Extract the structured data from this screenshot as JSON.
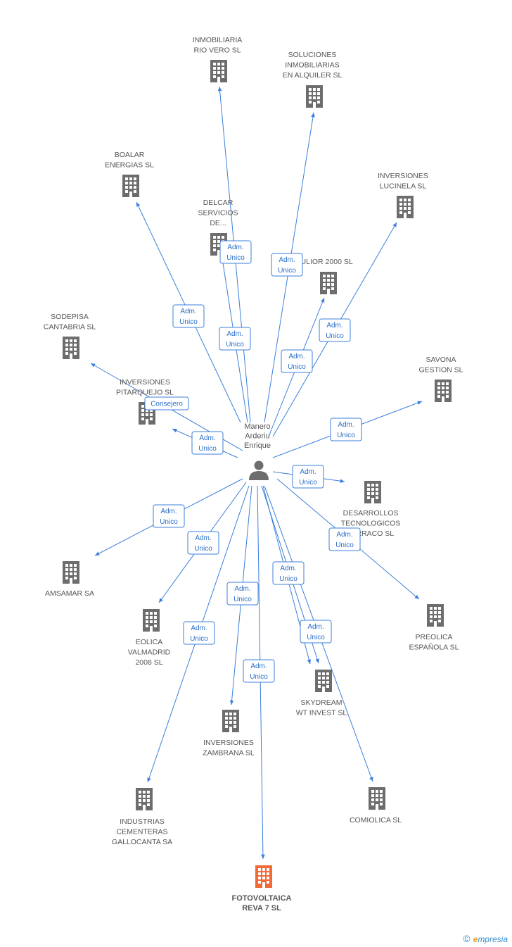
{
  "person": {
    "name_lines": [
      "Manero",
      "Arderiu",
      "Enrique"
    ]
  },
  "companies": [
    {
      "id": "inmobiliaria-rio-vero",
      "lines": [
        "INMOBILIARIA",
        "RIO VERO SL"
      ],
      "highlight": false
    },
    {
      "id": "soluciones-inmobiliarias",
      "lines": [
        "SOLUCIONES",
        "INMOBILIARIAS",
        "EN ALQUILER SL"
      ],
      "highlight": false
    },
    {
      "id": "boalar-energias",
      "lines": [
        "BOALAR",
        "ENERGIAS  SL"
      ],
      "highlight": false
    },
    {
      "id": "delcar-servicios",
      "lines": [
        "DELCAR",
        "SERVICIOS",
        "DE..."
      ],
      "highlight": false
    },
    {
      "id": "inversiones-lucinela",
      "lines": [
        "INVERSIONES",
        "LUCINELA SL"
      ],
      "highlight": false
    },
    {
      "id": "julior-2000",
      "lines": [
        "JULIOR 2000 SL"
      ],
      "highlight": false
    },
    {
      "id": "sodepisa-cantabria",
      "lines": [
        "SODEPISA",
        "CANTABRIA SL"
      ],
      "highlight": false
    },
    {
      "id": "savona-gestion",
      "lines": [
        "SAVONA",
        "GESTION SL"
      ],
      "highlight": false
    },
    {
      "id": "inversiones-pitarquejo",
      "lines": [
        "INVERSIONES",
        "PITARQUEJO SL"
      ],
      "highlight": false
    },
    {
      "id": "desarrollos-tecnologicos",
      "lines": [
        "DESARROLLOS",
        "TECNOLOGICOS",
        "TARRACO SL"
      ],
      "highlight": false
    },
    {
      "id": "amsamar",
      "lines": [
        "AMSAMAR SA"
      ],
      "highlight": false
    },
    {
      "id": "preolica-espanola",
      "lines": [
        "PREOLICA",
        "ESPAÑOLA SL"
      ],
      "highlight": false
    },
    {
      "id": "eolica-valmadrid",
      "lines": [
        "EOLICA",
        "VALMADRID",
        "2008 SL"
      ],
      "highlight": false
    },
    {
      "id": "skydream-wt-invest",
      "lines": [
        "SKYDREAM",
        "WT INVEST  SL"
      ],
      "highlight": false
    },
    {
      "id": "inversiones-zambrana",
      "lines": [
        "INVERSIONES",
        "ZAMBRANA SL"
      ],
      "highlight": false
    },
    {
      "id": "industrias-cementeras",
      "lines": [
        "INDUSTRIAS",
        "CEMENTERAS",
        "GALLOCANTA SA"
      ],
      "highlight": false
    },
    {
      "id": "comiolica",
      "lines": [
        "COMIOLICA SL"
      ],
      "highlight": false
    },
    {
      "id": "fotovoltaica-reva-7",
      "lines": [
        "FOTOVOLTAICA",
        "REVA 7 SL"
      ],
      "highlight": true
    }
  ],
  "edges": [
    {
      "to": "inmobiliaria-rio-vero",
      "role": [
        "Adm.",
        "Unico"
      ]
    },
    {
      "to": "soluciones-inmobiliarias",
      "role": [
        "Adm.",
        "Unico"
      ]
    },
    {
      "to": "boalar-energias",
      "role": [
        "Adm.",
        "Unico"
      ]
    },
    {
      "to": "delcar-servicios",
      "role": [
        "Adm.",
        "Unico"
      ]
    },
    {
      "to": "inversiones-lucinela",
      "role": [
        "Adm.",
        "Unico"
      ]
    },
    {
      "to": "julior-2000",
      "role": [
        "Adm.",
        "Unico"
      ]
    },
    {
      "to": "sodepisa-cantabria",
      "role": [
        "Consejero"
      ]
    },
    {
      "to": "inversiones-pitarquejo",
      "role": [
        "Adm.",
        "Unico"
      ]
    },
    {
      "to": "savona-gestion",
      "role": [
        "Adm.",
        "Unico"
      ]
    },
    {
      "to": "desarrollos-tecnologicos",
      "role": [
        "Adm.",
        "Unico"
      ]
    },
    {
      "to": "preolica-espanola",
      "role": [
        "Adm.",
        "Unico"
      ]
    },
    {
      "to": "amsamar",
      "role": [
        "Adm.",
        "Unico"
      ]
    },
    {
      "to": "eolica-valmadrid",
      "role": [
        "Adm.",
        "Unico"
      ]
    },
    {
      "to": "inversiones-zambrana",
      "role": [
        "Adm.",
        "Unico"
      ]
    },
    {
      "to": "industrias-cementeras",
      "role": [
        "Adm.",
        "Unico"
      ]
    },
    {
      "to": "fotovoltaica-reva-7",
      "role": [
        "Adm.",
        "Unico"
      ]
    },
    {
      "to": "skydream-wt-invest",
      "role": [
        "Adm.",
        "Unico"
      ]
    },
    {
      "to": "skydream-wt-invest",
      "role": [
        "Adm.",
        "Unico"
      ]
    },
    {
      "to": "comiolica",
      "role": [
        "Adm.",
        "Unico"
      ]
    }
  ],
  "colors": {
    "edge": "#3b7fdb",
    "building": "#6d6d6d",
    "building_highlight": "#f26a35",
    "person": "#6d6d6d"
  },
  "brand": {
    "copyright": "©",
    "first_letter": "e",
    "rest": "mpresia"
  }
}
